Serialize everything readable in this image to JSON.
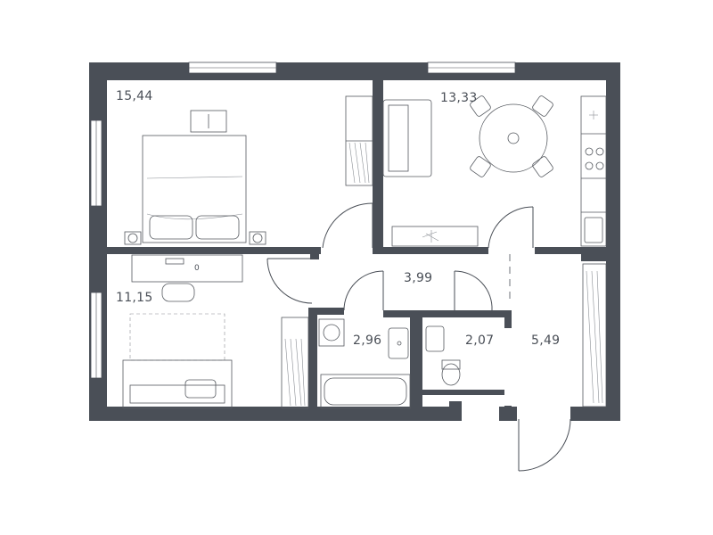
{
  "floor_plan": {
    "wall_color": "#4a4f57",
    "rooms": [
      {
        "id": "bedroom",
        "area": "15,44"
      },
      {
        "id": "kitchen-living",
        "area": "13,33"
      },
      {
        "id": "second-room",
        "area": "11,15"
      },
      {
        "id": "hall",
        "area": "3,99"
      },
      {
        "id": "bathroom",
        "area": "2,96"
      },
      {
        "id": "toilet",
        "area": "2,07"
      },
      {
        "id": "entrance-hall",
        "area": "5,49"
      }
    ],
    "desk_label": "0"
  }
}
